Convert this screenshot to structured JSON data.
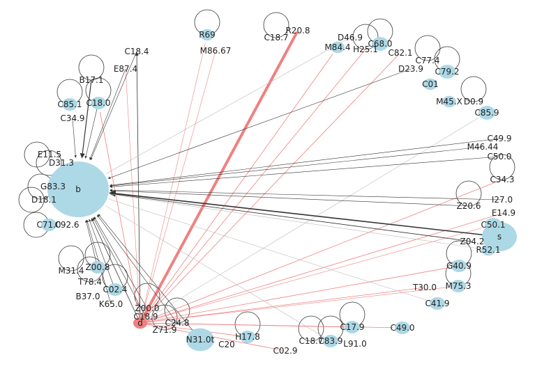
{
  "colors": {
    "node_default": "#add8e6",
    "node_highlight": "#f08080",
    "edge_dark": "#333333",
    "edge_red": "#f08080",
    "edge_grey": "#bbbbbb",
    "label": "#222222"
  },
  "nodes": [
    {
      "id": "b",
      "label": "b"
    },
    {
      "id": "s",
      "label": "s"
    },
    {
      "id": "d",
      "label": "d"
    },
    {
      "id": "R69",
      "label": "R69"
    },
    {
      "id": "M86.67",
      "label": "M86.67"
    },
    {
      "id": "C18.7",
      "label": "C18.7"
    },
    {
      "id": "R20.8",
      "label": "R20.8"
    },
    {
      "id": "D46.9",
      "label": "D46.9"
    },
    {
      "id": "C68.0",
      "label": "C68.0"
    },
    {
      "id": "M84.4",
      "label": "M84.4"
    },
    {
      "id": "H25.1",
      "label": "H25.1"
    },
    {
      "id": "C82.1",
      "label": "C82.1"
    },
    {
      "id": "C77.4",
      "label": "C77.4"
    },
    {
      "id": "D23.9",
      "label": "D23.9"
    },
    {
      "id": "C79.2",
      "label": "C79.2"
    },
    {
      "id": "C01",
      "label": "C01"
    },
    {
      "id": "M45.X",
      "label": "M45.X"
    },
    {
      "id": "D0.9",
      "label": "D0.9"
    },
    {
      "id": "C85.9",
      "label": "C85.9"
    },
    {
      "id": "C18.4",
      "label": "C18.4"
    },
    {
      "id": "E87.4",
      "label": "E87.4"
    },
    {
      "id": "B17.1",
      "label": "B17.1"
    },
    {
      "id": "C85.1",
      "label": "C85.1"
    },
    {
      "id": "C18.0",
      "label": "C18.0"
    },
    {
      "id": "C34.9",
      "label": "C34.9"
    },
    {
      "id": "E11.5",
      "label": "E11.5"
    },
    {
      "id": "D31.3",
      "label": "D31.3"
    },
    {
      "id": "G83.3",
      "label": "G83.3"
    },
    {
      "id": "D18.1",
      "label": "D18.1"
    },
    {
      "id": "C71.0",
      "label": "C71.0"
    },
    {
      "id": "C92.6",
      "label": "C92.6"
    },
    {
      "id": "C49.9",
      "label": "C49.9"
    },
    {
      "id": "M46.44",
      "label": "M46.44"
    },
    {
      "id": "C50.0",
      "label": "C50.0"
    },
    {
      "id": "C34.3",
      "label": "C34.3"
    },
    {
      "id": "I27.0",
      "label": "I27.0"
    },
    {
      "id": "Z20.6",
      "label": "Z20.6"
    },
    {
      "id": "E14.9",
      "label": "E14.9"
    },
    {
      "id": "C50.1",
      "label": "C50.1"
    },
    {
      "id": "Z04.2",
      "label": "Z04.2"
    },
    {
      "id": "R52.1",
      "label": "R52.1"
    },
    {
      "id": "M31.4",
      "label": "M31.4"
    },
    {
      "id": "Z00.8",
      "label": "Z00.8"
    },
    {
      "id": "T78.4",
      "label": "T78.4"
    },
    {
      "id": "C02.4",
      "label": "C02.4"
    },
    {
      "id": "B37.0",
      "label": "B37.0"
    },
    {
      "id": "K65.0",
      "label": "K65.0"
    },
    {
      "id": "Z00.0",
      "label": "Z00.0"
    },
    {
      "id": "C18.9",
      "label": "C18.9"
    },
    {
      "id": "C24.8",
      "label": "C24.8"
    },
    {
      "id": "Z71.9",
      "label": "Z71.9"
    },
    {
      "id": "N31.0t",
      "label": "N31.0t"
    },
    {
      "id": "C20",
      "label": "C20"
    },
    {
      "id": "H17.8",
      "label": "H17.8"
    },
    {
      "id": "C02.9",
      "label": "C02.9"
    },
    {
      "id": "C18.7b",
      "label": "C18.7"
    },
    {
      "id": "C83.9",
      "label": "C83.9"
    },
    {
      "id": "C17.9",
      "label": "C17.9"
    },
    {
      "id": "L91.0",
      "label": "L91.0"
    },
    {
      "id": "C49.0",
      "label": "C49.0"
    },
    {
      "id": "G40.9",
      "label": "G40.9"
    },
    {
      "id": "M75.3",
      "label": "M75.3"
    },
    {
      "id": "T30.0",
      "label": "T30.0"
    },
    {
      "id": "C41.9",
      "label": "C41.9"
    }
  ],
  "edges": [
    {
      "from": "d",
      "to": "R20.8",
      "style": "red",
      "weight": 4
    },
    {
      "from": "d",
      "to": "R69",
      "style": "red",
      "weight": 0.6
    },
    {
      "from": "d",
      "to": "M86.67",
      "style": "red",
      "weight": 0.6
    },
    {
      "from": "d",
      "to": "M84.4",
      "style": "red",
      "weight": 0.8
    },
    {
      "from": "d",
      "to": "H25.1",
      "style": "red",
      "weight": 0.8
    },
    {
      "from": "d",
      "to": "C82.1",
      "style": "red",
      "weight": 0.8
    },
    {
      "from": "d",
      "to": "C34.3",
      "style": "red",
      "weight": 0.8
    },
    {
      "from": "d",
      "to": "E14.9",
      "style": "red",
      "weight": 0.8
    },
    {
      "from": "d",
      "to": "G40.9",
      "style": "red",
      "weight": 0.8
    },
    {
      "from": "d",
      "to": "T30.0",
      "style": "red",
      "weight": 0.8
    },
    {
      "from": "d",
      "to": "C49.0",
      "style": "red",
      "weight": 0.8
    },
    {
      "from": "d",
      "to": "C02.9",
      "style": "red",
      "weight": 0.8
    },
    {
      "from": "d",
      "to": "H17.8",
      "style": "red",
      "weight": 0.8
    },
    {
      "from": "d",
      "to": "C17.9",
      "style": "red",
      "weight": 0.8
    },
    {
      "from": "d",
      "to": "C18.0",
      "style": "red",
      "weight": 0.8
    },
    {
      "from": "d",
      "to": "E87.4",
      "style": "red",
      "weight": 0.6
    },
    {
      "from": "d",
      "to": "M75.3",
      "style": "red",
      "weight": 0.6
    },
    {
      "from": "d",
      "to": "C50.1",
      "style": "red",
      "weight": 0.6
    },
    {
      "from": "d",
      "to": "b",
      "style": "dark",
      "weight": 0.8
    },
    {
      "from": "d",
      "to": "C18.4",
      "style": "dark",
      "weight": 0.8
    },
    {
      "from": "d",
      "to": "C85.9",
      "style": "grey",
      "weight": 0.6
    },
    {
      "from": "D46.9",
      "to": "b",
      "style": "grey",
      "weight": 0.6
    },
    {
      "from": "D23.9",
      "to": "b",
      "style": "dark",
      "weight": 0.6
    },
    {
      "from": "C49.9",
      "to": "b",
      "style": "dark",
      "weight": 0.6
    },
    {
      "from": "M46.44",
      "to": "b",
      "style": "dark",
      "weight": 0.6
    },
    {
      "from": "C50.0",
      "to": "b",
      "style": "dark",
      "weight": 0.6
    },
    {
      "from": "I27.0",
      "to": "b",
      "style": "dark",
      "weight": 0.6
    },
    {
      "from": "Z20.6",
      "to": "b",
      "style": "dark",
      "weight": 0.6
    },
    {
      "from": "s",
      "to": "b",
      "style": "dark",
      "weight": 1.6
    },
    {
      "from": "Z04.2",
      "to": "b",
      "style": "dark",
      "weight": 0.8
    },
    {
      "from": "R52.1",
      "to": "b",
      "style": "grey",
      "weight": 0.6
    },
    {
      "from": "E87.4",
      "to": "b",
      "style": "dark",
      "weight": 0.6
    },
    {
      "from": "C18.4",
      "to": "b",
      "style": "dark",
      "weight": 0.6
    },
    {
      "from": "B17.1",
      "to": "b",
      "style": "dark",
      "weight": 1.2
    },
    {
      "from": "C18.0",
      "to": "b",
      "style": "dark",
      "weight": 0.6
    },
    {
      "from": "C34.9",
      "to": "b",
      "style": "dark",
      "weight": 0.6
    },
    {
      "from": "Z00.8",
      "to": "b",
      "style": "dark",
      "weight": 0.6
    },
    {
      "from": "C02.4",
      "to": "b",
      "style": "dark",
      "weight": 0.6
    },
    {
      "from": "K65.0",
      "to": "b",
      "style": "dark",
      "weight": 0.6
    },
    {
      "from": "Z00.0",
      "to": "b",
      "style": "dark",
      "weight": 0.6
    },
    {
      "from": "C18.9",
      "to": "b",
      "style": "dark",
      "weight": 0.6
    },
    {
      "from": "C24.8",
      "to": "b",
      "style": "dark",
      "weight": 0.6
    },
    {
      "from": "C41.9",
      "to": "b",
      "style": "grey",
      "weight": 0.6
    },
    {
      "from": "C83.9",
      "to": "b",
      "style": "grey",
      "weight": 0.6
    },
    {
      "from": "N31.0t",
      "to": "b",
      "style": "dark",
      "weight": 0.6
    }
  ],
  "loops": [
    "R69",
    "C18.7",
    "C68.0",
    "H25.1",
    "C79.2",
    "C77.4",
    "D0.9",
    "B17.1",
    "C85.1",
    "C18.0",
    "G83.3",
    "E11.5",
    "D31.3",
    "D18.1",
    "C71.0",
    "Z00.8",
    "M31.4",
    "T78.4",
    "C02.4",
    "Z00.0",
    "C24.8",
    "Z71.9",
    "H17.8",
    "C17.9",
    "C18.7b",
    "C83.9",
    "Z20.6",
    "M75.3",
    "G40.9",
    "C34.3"
  ]
}
